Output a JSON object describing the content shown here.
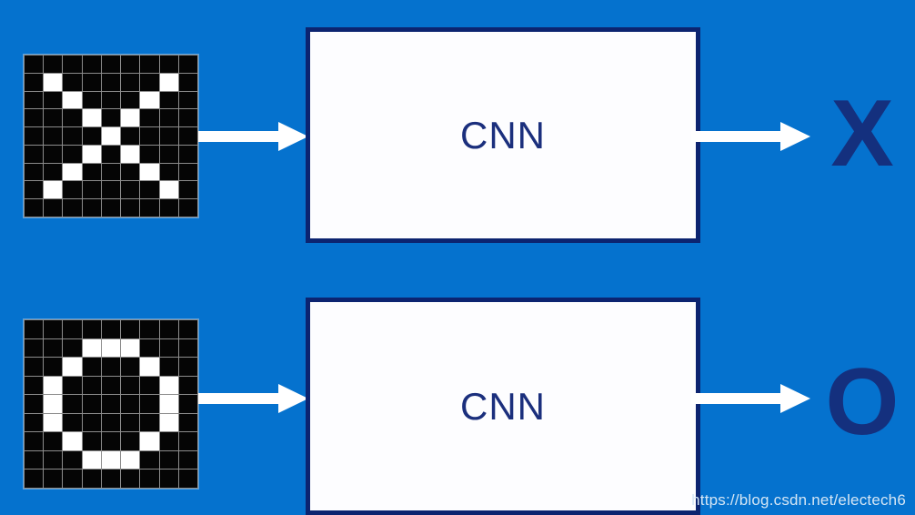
{
  "diagram": {
    "background_color": "#0572ce",
    "box_border_color": "#0c2470",
    "box_fill_color": "#fdfdff",
    "label_color": "#1b2f7d",
    "output_letter_color": "#14307e",
    "arrow_color": "#ffffff",
    "grid_on_color": "#ffffff",
    "grid_off_color": "#050505",
    "grid_line_color": "#8c8c8c"
  },
  "rows": [
    {
      "id": "row-x",
      "input": {
        "name": "pixel-grid-x",
        "cols": 9,
        "rows": 9,
        "pattern": [
          [
            0,
            0,
            0,
            0,
            0,
            0,
            0,
            0,
            0
          ],
          [
            0,
            1,
            0,
            0,
            0,
            0,
            0,
            1,
            0
          ],
          [
            0,
            0,
            1,
            0,
            0,
            0,
            1,
            0,
            0
          ],
          [
            0,
            0,
            0,
            1,
            0,
            1,
            0,
            0,
            0
          ],
          [
            0,
            0,
            0,
            0,
            1,
            0,
            0,
            0,
            0
          ],
          [
            0,
            0,
            0,
            1,
            0,
            1,
            0,
            0,
            0
          ],
          [
            0,
            0,
            1,
            0,
            0,
            0,
            1,
            0,
            0
          ],
          [
            0,
            1,
            0,
            0,
            0,
            0,
            0,
            1,
            0
          ],
          [
            0,
            0,
            0,
            0,
            0,
            0,
            0,
            0,
            0
          ]
        ]
      },
      "processor_label": "CNN",
      "output_label": "X"
    },
    {
      "id": "row-o",
      "input": {
        "name": "pixel-grid-o",
        "cols": 9,
        "rows": 9,
        "pattern": [
          [
            0,
            0,
            0,
            0,
            0,
            0,
            0,
            0,
            0
          ],
          [
            0,
            0,
            0,
            1,
            1,
            1,
            0,
            0,
            0
          ],
          [
            0,
            0,
            1,
            0,
            0,
            0,
            1,
            0,
            0
          ],
          [
            0,
            1,
            0,
            0,
            0,
            0,
            0,
            1,
            0
          ],
          [
            0,
            1,
            0,
            0,
            0,
            0,
            0,
            1,
            0
          ],
          [
            0,
            1,
            0,
            0,
            0,
            0,
            0,
            1,
            0
          ],
          [
            0,
            0,
            1,
            0,
            0,
            0,
            1,
            0,
            0
          ],
          [
            0,
            0,
            0,
            1,
            1,
            1,
            0,
            0,
            0
          ],
          [
            0,
            0,
            0,
            0,
            0,
            0,
            0,
            0,
            0
          ]
        ]
      },
      "processor_label": "CNN",
      "output_label": "O"
    }
  ],
  "watermark": {
    "text": "https://blog.csdn.net/electech6"
  }
}
